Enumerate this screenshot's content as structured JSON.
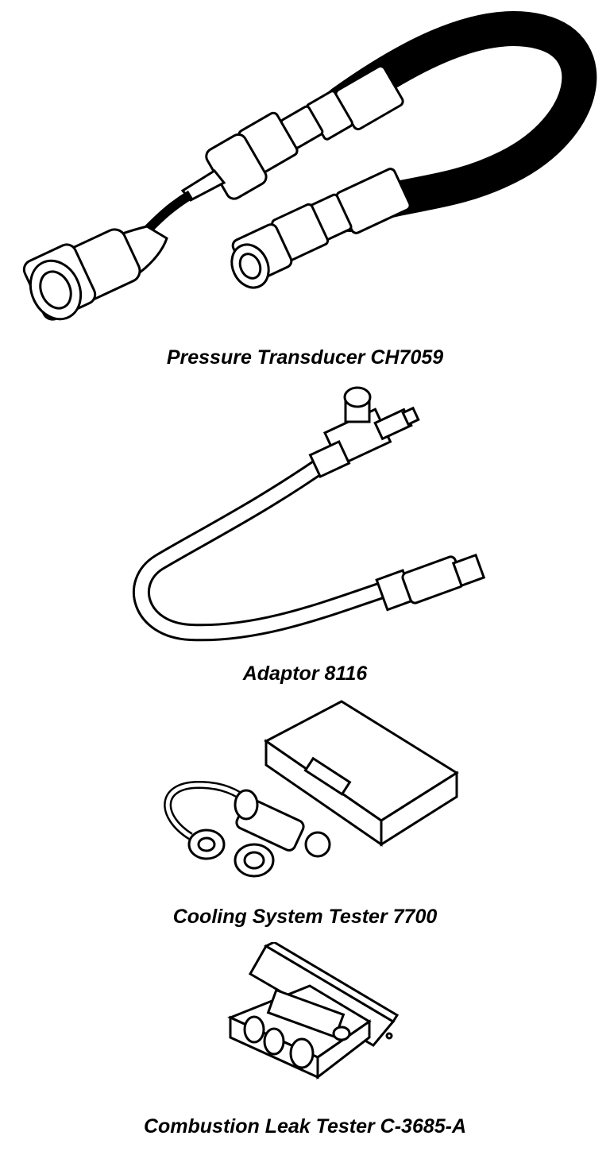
{
  "items": [
    {
      "caption": "Pressure Transducer CH7059"
    },
    {
      "caption": "Adaptor 8116"
    },
    {
      "caption": "Cooling System Tester 7700"
    },
    {
      "caption": "Combustion Leak Tester C-3685-A"
    }
  ]
}
